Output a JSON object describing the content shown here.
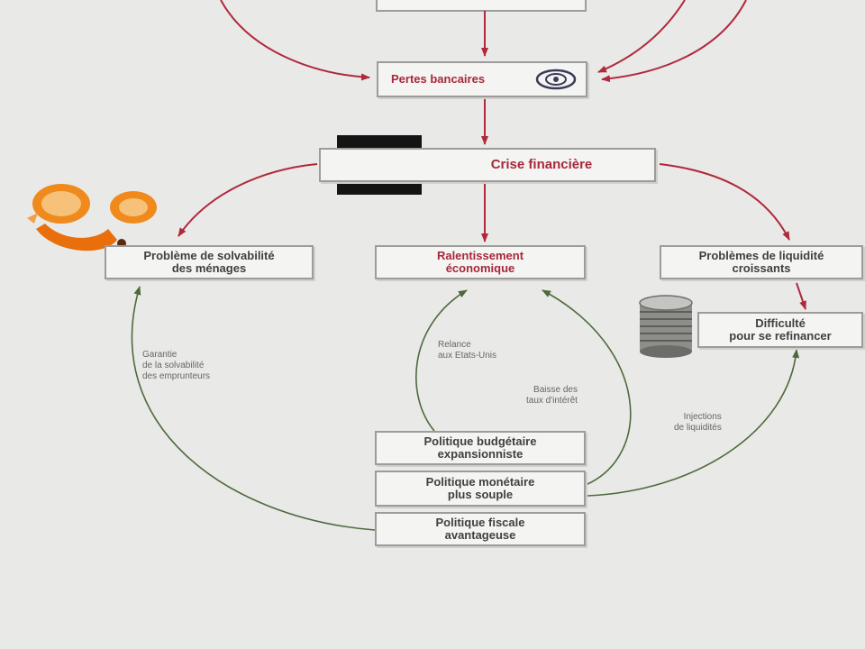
{
  "nodes": {
    "pertes": "Pertes bancaires",
    "crise": "Crise financière",
    "solvabilite": "Problème de solvabilité\ndes ménages",
    "ralentissement": "Ralentissement\néconomique",
    "liquidite": "Problèmes de liquidité\ncroissants",
    "refinancer": "Difficulté\npour se refinancer",
    "budgetaire": "Politique budgétaire\nexpansionniste",
    "monetaire": "Politique monétaire\nplus souple",
    "fiscale": "Politique fiscale\navantageuse"
  },
  "notes": {
    "garantie": "Garantie\nde la solvabilité\ndes emprunteurs",
    "relance": "Relance\naux Etats-Unis",
    "baisse": "Baisse des\ntaux d'intérêt",
    "injections": "Injections\nde liquidités"
  },
  "colors": {
    "red_arrow": "#b0283c",
    "green_arrow": "#4e6a3c",
    "box_border": "#9c9c9a"
  }
}
